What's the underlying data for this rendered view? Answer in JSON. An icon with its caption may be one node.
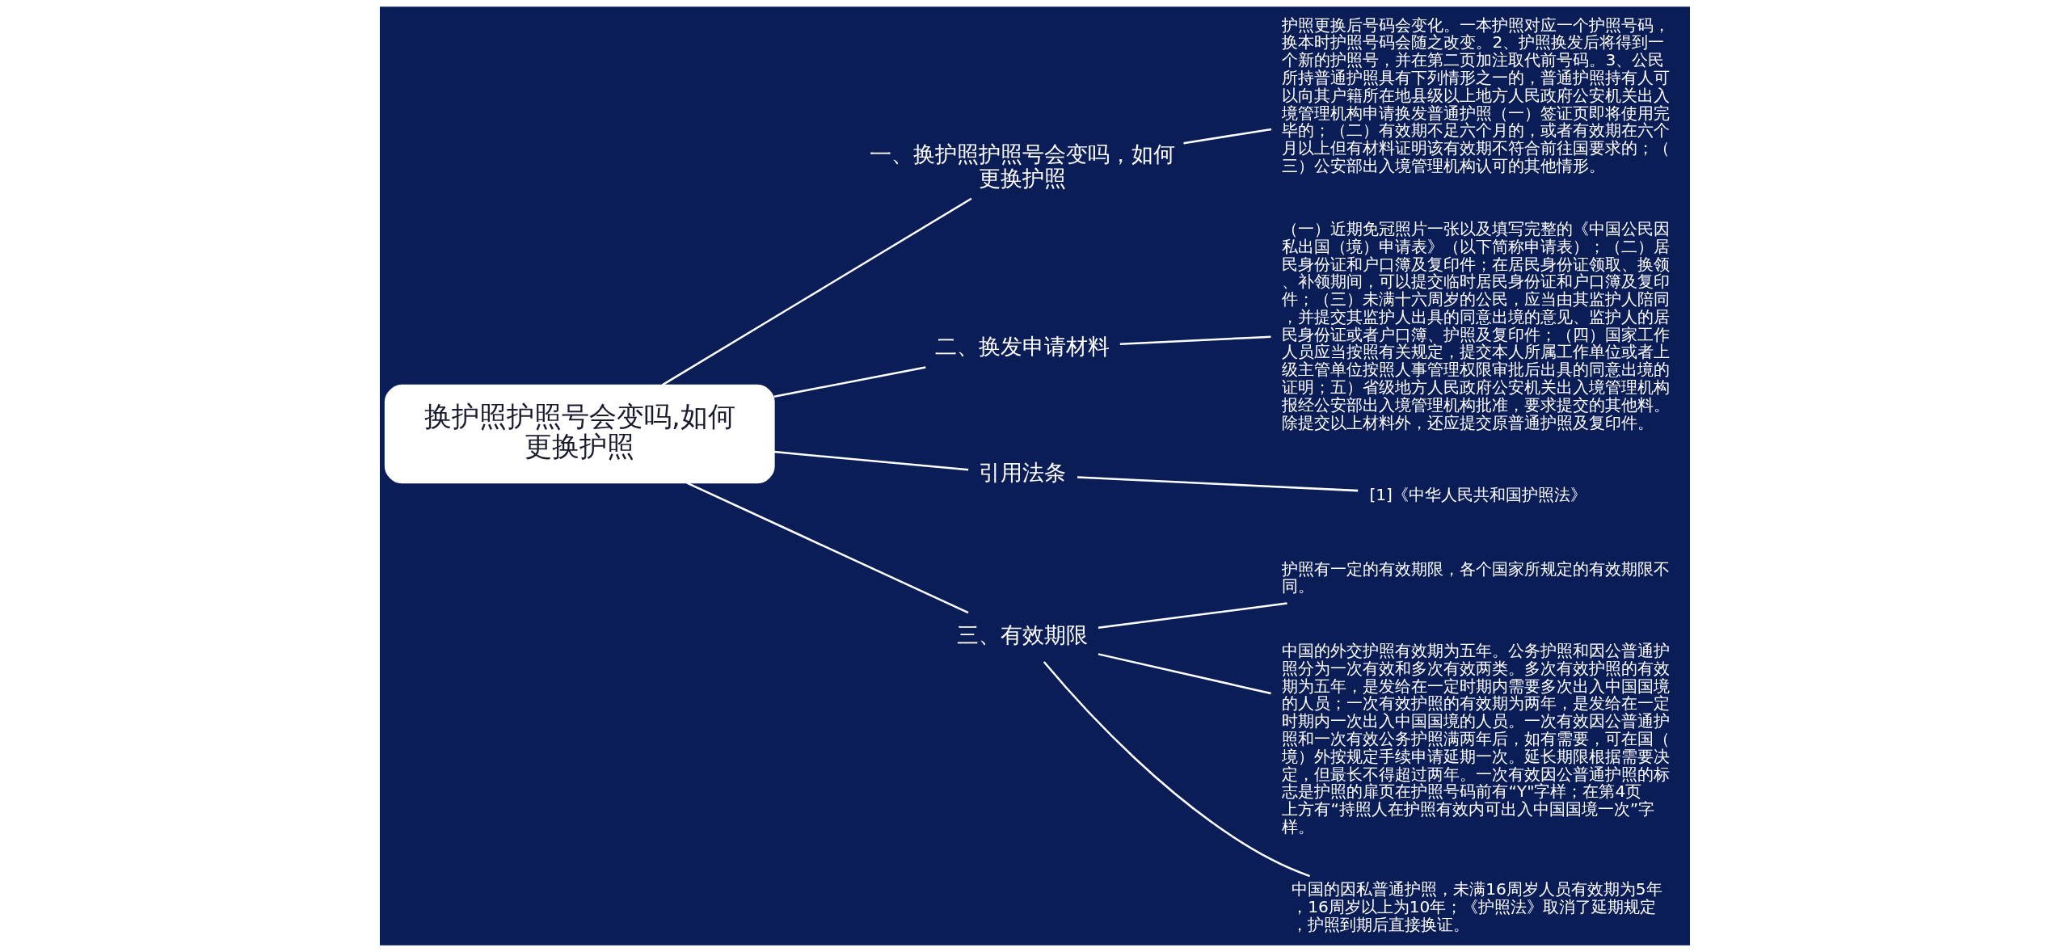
{
  "diagram": {
    "nodes": [
      {
        "text": [
          "换护照护照号会变吗,如何更换护照"
        ]
      },
      {
        "text": [
          "一、换护照护照号会变吗，如何更换护照"
        ]
      },
      {
        "text": [
          "护照更换后号码会变化。一本护照对应一个护照号码，换本时护照号码会随之改变。2、护照换发后将得到一个新的护照号，并在第二页加注取代前号码。3、公民所持普通护照具有下列情形之一的，普通护照持有人可以向其户籍所在地县级以上地方人民政府公安机关出入境管理机构申请换发普通护照（一）签证页即将使用完毕的；（二）有效期不足六个月的，或者有效期在六个月以上但有材料证明该有效期不符合前往国要求的；（三）公安部出入境管理机构认可的其他情形。"
        ]
      },
      {
        "text": [
          "二、换发申请材料"
        ]
      },
      {
        "text": [
          "（一）近期免冠照片一张以及填写完整的《中国公民因私出国（境）申请表》（以下简称申请表）；（二）居民身份证和户口簿及复印件；在居民身份证领取、换领、补领期间，可以提交临时居民身份证和户口簿及复印件；（三）未满十六周岁的公民，应当由其监护人陪同，并提交其监护人出具的同意出境的意见、监护人的居民身份证或者户口簿、护照及复印件；（四）国家工作人员应当按照有关规定，提交本人所属工作单位或者上级主管单位按照人事管理权限审批后出具的同意出境的证明；五）省级地方人民政府公安机关出入境管理机构报经公安部出入境管理机构批准，要求提交的其他料。除提交以上材料外，还应提交原普通护照及复印件。"
        ]
      },
      {
        "text": [
          "引用法条"
        ]
      },
      {
        "text": [
          "[1]《中华人民共和国护照法》"
        ]
      },
      {
        "text": [
          "三、有效期限"
        ]
      },
      {
        "text": [
          "护照有一定的有效期限，各个国家所规定的有效期限不同。"
        ]
      },
      {
        "text": [
          "中国的外交护照有效期为五年。公务护照和因公普通护照分为一次有效和多次有效两类。多次有效护照的有效期为五年，是发给在一定时期内需要多次出入中国国境的人员；一次有效护照的有效期为两年，是发给在一定时期内一次出入中国国境的人员。一次有效因公普通护照和一次有效公务护照满两年后，如有需要，可在国（境）外按规定手续申请延期一次。延长期限根据需要决定，但最长不得超过两年。一次有效因公普通护照的标志是护照的扉页在护照号码前有“Y\"字样；在第4页上方有“持照人在护照有效内可出入中国国境一次”字样。"
        ]
      },
      {
        "text": [
          "中国的因私普通护照，未满16周岁人员有效期为5年，16周岁以上为10年；《护照法》取消了延期规定，护照到期后直接换证。"
        ]
      }
    ],
    "edges": [
      {
        "from": 0,
        "to": 1,
        "arrow": "none"
      },
      {
        "from": 1,
        "to": 2,
        "arrow": "none"
      },
      {
        "from": 0,
        "to": 3,
        "arrow": "none"
      },
      {
        "from": 3,
        "to": 4,
        "arrow": "none"
      },
      {
        "from": 0,
        "to": 5,
        "arrow": "none"
      },
      {
        "from": 5,
        "to": 6,
        "arrow": "none"
      },
      {
        "from": 0,
        "to": 7,
        "arrow": "none"
      },
      {
        "from": 7,
        "to": 8,
        "arrow": "none"
      },
      {
        "from": 7,
        "to": 9,
        "arrow": "none"
      },
      {
        "from": 7,
        "to": 10,
        "arrow": "none"
      }
    ]
  }
}
